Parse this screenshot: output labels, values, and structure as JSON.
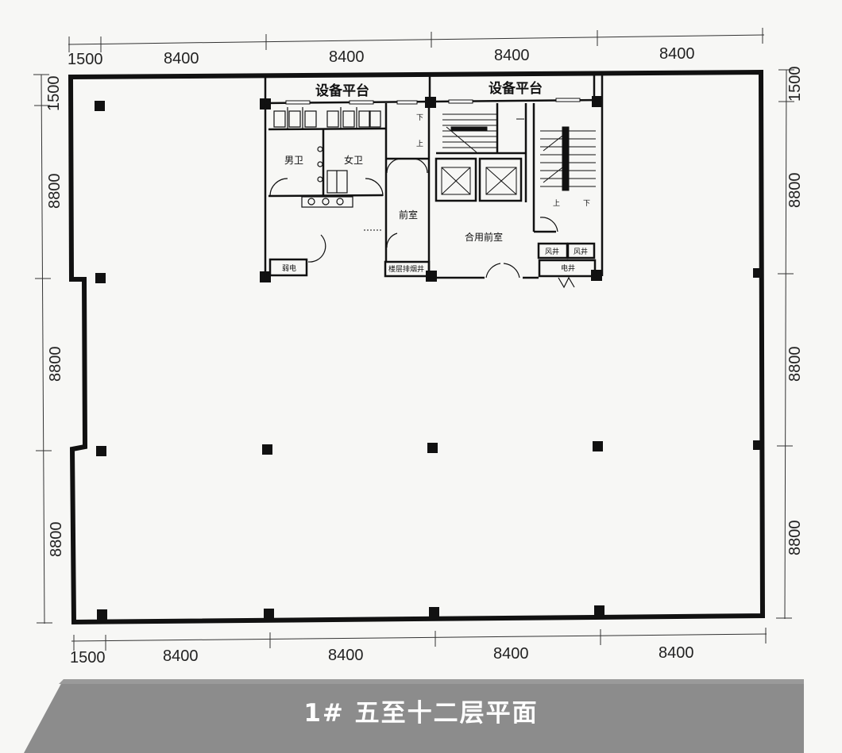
{
  "dimensions": {
    "top": [
      "1500",
      "8400",
      "8400",
      "8400",
      "8400"
    ],
    "bottom": [
      "1500",
      "8400",
      "8400",
      "8400",
      "8400"
    ],
    "left": [
      "1500",
      "8800",
      "8800",
      "8800"
    ],
    "right": [
      "1500",
      "8800",
      "8800",
      "8800"
    ]
  },
  "rooms": {
    "platform_1": "设备平台",
    "platform_2": "设备平台",
    "mens_toilet": "男卫",
    "womens_toilet": "女卫",
    "antechamber": "前室",
    "shared_antechamber": "合用前室",
    "weak_current": "弱电",
    "smoke_shaft": "楼层排烟井",
    "air_shaft_1": "风井",
    "air_shaft_2": "风井",
    "electric_shaft": "电井"
  },
  "stair_marks": {
    "left_down": "下",
    "left_up": "上",
    "right_up": "上",
    "right_down": "下"
  },
  "title": "1# 五至十二层平面",
  "colors": {
    "wall": "#111111",
    "banner": "#8c8c8c",
    "banner_text": "#ffffff"
  }
}
